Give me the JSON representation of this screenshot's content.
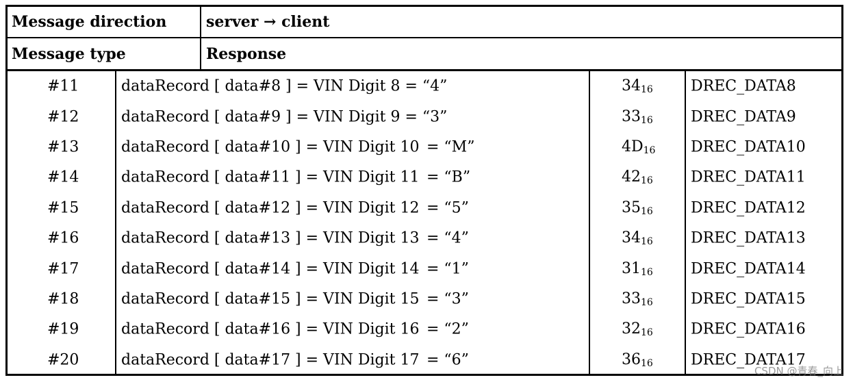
{
  "header": {
    "direction_label": "Message direction",
    "direction_value": "server → client",
    "type_label": "Message type",
    "type_value": "Response"
  },
  "rows": [
    {
      "idx": "#11",
      "desc": "dataRecord [ data#8 ] = VIN Digit 8 = “4”",
      "eq": "",
      "hex": "34",
      "base": "16",
      "name": "DREC_DATA8"
    },
    {
      "idx": "#12",
      "desc": "dataRecord [ data#9 ] = VIN Digit 9 = “3”",
      "eq": "",
      "hex": "33",
      "base": "16",
      "name": "DREC_DATA9"
    },
    {
      "idx": "#13",
      "desc": "dataRecord [ data#10 ] = VIN Digit 10",
      "eq": "= “M”",
      "hex": "4D",
      "base": "16",
      "name": "DREC_DATA10"
    },
    {
      "idx": "#14",
      "desc": "dataRecord [ data#11 ] = VIN Digit 11",
      "eq": "= “B”",
      "hex": "42",
      "base": "16",
      "name": "DREC_DATA11"
    },
    {
      "idx": "#15",
      "desc": "dataRecord [ data#12 ] = VIN Digit 12",
      "eq": "= “5”",
      "hex": "35",
      "base": "16",
      "name": "DREC_DATA12"
    },
    {
      "idx": "#16",
      "desc": "dataRecord [ data#13 ] = VIN Digit 13",
      "eq": "= “4”",
      "hex": "34",
      "base": "16",
      "name": "DREC_DATA13"
    },
    {
      "idx": "#17",
      "desc": "dataRecord [ data#14 ] = VIN Digit 14",
      "eq": "= “1”",
      "hex": "31",
      "base": "16",
      "name": "DREC_DATA14"
    },
    {
      "idx": "#18",
      "desc": "dataRecord [ data#15 ] = VIN Digit 15",
      "eq": "= “3”",
      "hex": "33",
      "base": "16",
      "name": "DREC_DATA15"
    },
    {
      "idx": "#19",
      "desc": "dataRecord [ data#16 ] = VIN Digit 16",
      "eq": "= “2”",
      "hex": "32",
      "base": "16",
      "name": "DREC_DATA16"
    },
    {
      "idx": "#20",
      "desc": "dataRecord [ data#17 ] = VIN Digit 17",
      "eq": "= “6”",
      "hex": "36",
      "base": "16",
      "name": "DREC_DATA17"
    }
  ],
  "watermark": "CSDN @青春_向上"
}
